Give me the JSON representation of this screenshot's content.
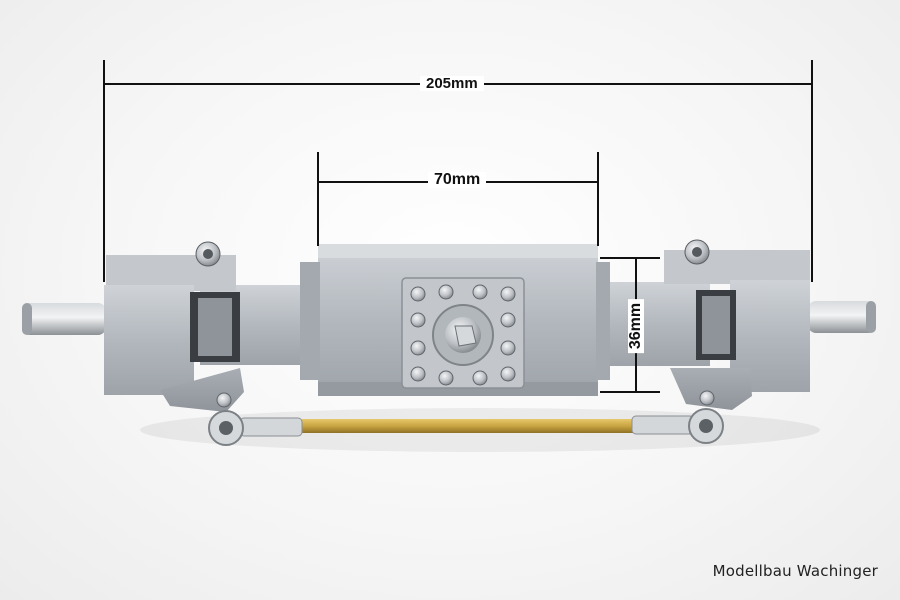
{
  "dimensions": {
    "overall_length": "205mm",
    "center_block_length": "70mm",
    "center_block_height": "36mm"
  },
  "watermark": "Modellbau Wachinger",
  "colors": {
    "background": "#f4f4f4",
    "aluminum": "#b8bcc2",
    "brass_rod": "#c9a542",
    "steel_shaft": "#aeb3b8",
    "dimension_line": "#111111"
  },
  "icons": {
    "hex_bolt": "hex-socket-bolt-icon",
    "pivot": "pivot-joint-icon"
  }
}
